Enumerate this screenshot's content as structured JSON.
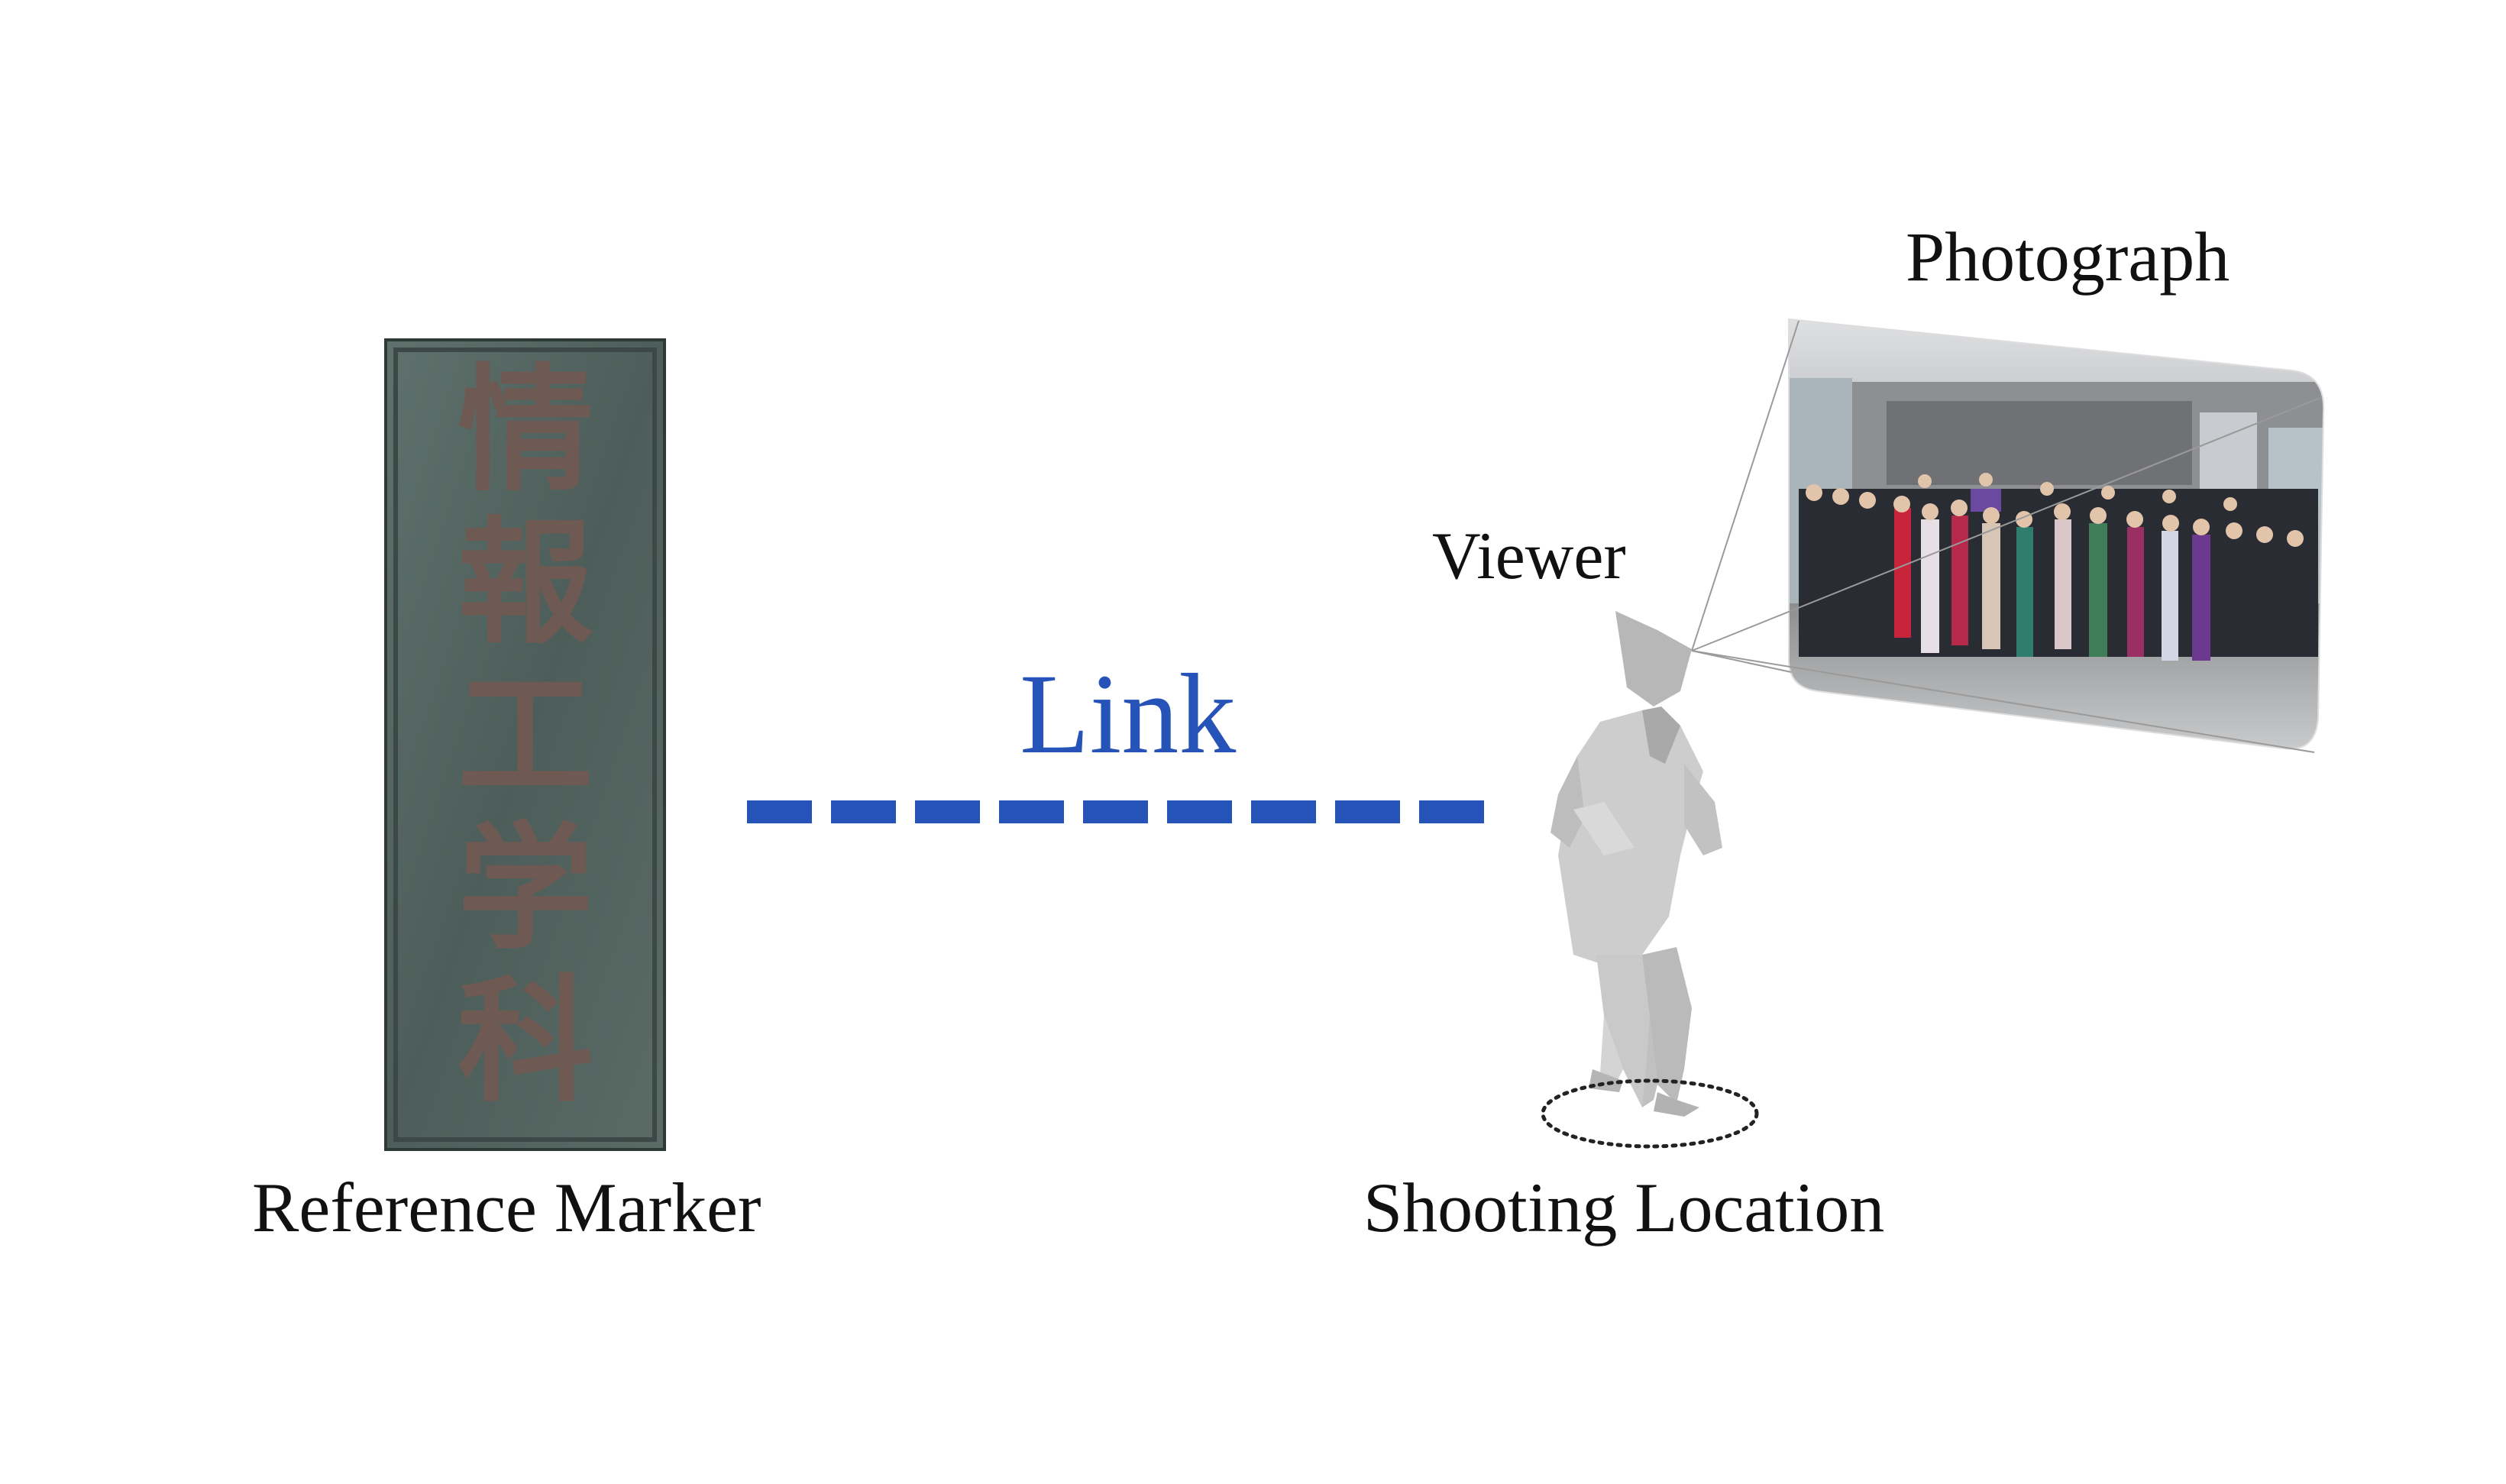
{
  "labels": {
    "photograph": "Photograph",
    "viewer": "Viewer",
    "link": "Link",
    "reference_marker": "Reference Marker",
    "shooting_location": "Shooting Location"
  },
  "marker": {
    "characters": [
      "情",
      "報",
      "工",
      "学",
      "科"
    ]
  },
  "colors": {
    "link": "#2553b8",
    "text": "#111111",
    "plaque": "#52635f",
    "plaque_text": "#6e5a52",
    "figure": "#c4c4c4"
  },
  "icons": {
    "marker": "engraved-plaque",
    "viewer": "standing-person-figure",
    "location": "dotted-ellipse-ground-marker",
    "photo": "group-photograph"
  }
}
